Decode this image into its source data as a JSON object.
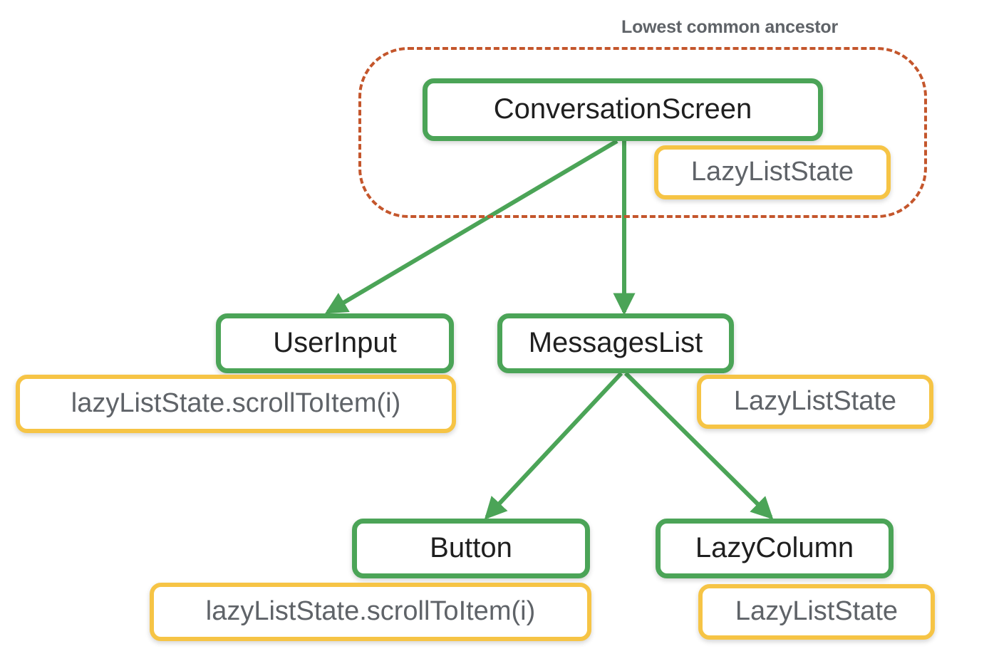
{
  "diagram": {
    "title_annotation": "Lowest common ancestor",
    "colors": {
      "node_border_green": "#4ba457",
      "state_border_yellow": "#f6c445",
      "lca_dashed_border": "#c4562c",
      "node_text": "#1f1f1f",
      "state_text": "#5f6368",
      "annotation_text": "#5f6368",
      "edge_green": "#4ba457",
      "background": "#ffffff"
    },
    "nodes": [
      {
        "id": "conversation-screen",
        "label": "ConversationScreen",
        "kind": "composable"
      },
      {
        "id": "user-input",
        "label": "UserInput",
        "kind": "composable"
      },
      {
        "id": "messages-list",
        "label": "MessagesList",
        "kind": "composable"
      },
      {
        "id": "button",
        "label": "Button",
        "kind": "composable"
      },
      {
        "id": "lazy-column",
        "label": "LazyColumn",
        "kind": "composable"
      }
    ],
    "state_badges": [
      {
        "id": "state-conversation-screen",
        "label": "LazyListState",
        "attached_to": "conversation-screen"
      },
      {
        "id": "state-user-input",
        "label": "lazyListState.scrollToItem(i)",
        "attached_to": "user-input"
      },
      {
        "id": "state-messages-list",
        "label": "LazyListState",
        "attached_to": "messages-list"
      },
      {
        "id": "state-button",
        "label": "lazyListState.scrollToItem(i)",
        "attached_to": "button"
      },
      {
        "id": "state-lazy-column",
        "label": "LazyListState",
        "attached_to": "lazy-column"
      }
    ],
    "edges": [
      {
        "from": "conversation-screen",
        "to": "user-input"
      },
      {
        "from": "conversation-screen",
        "to": "messages-list"
      },
      {
        "from": "messages-list",
        "to": "button"
      },
      {
        "from": "messages-list",
        "to": "lazy-column"
      }
    ],
    "lca_region_contains": [
      "conversation-screen",
      "state-conversation-screen"
    ]
  }
}
